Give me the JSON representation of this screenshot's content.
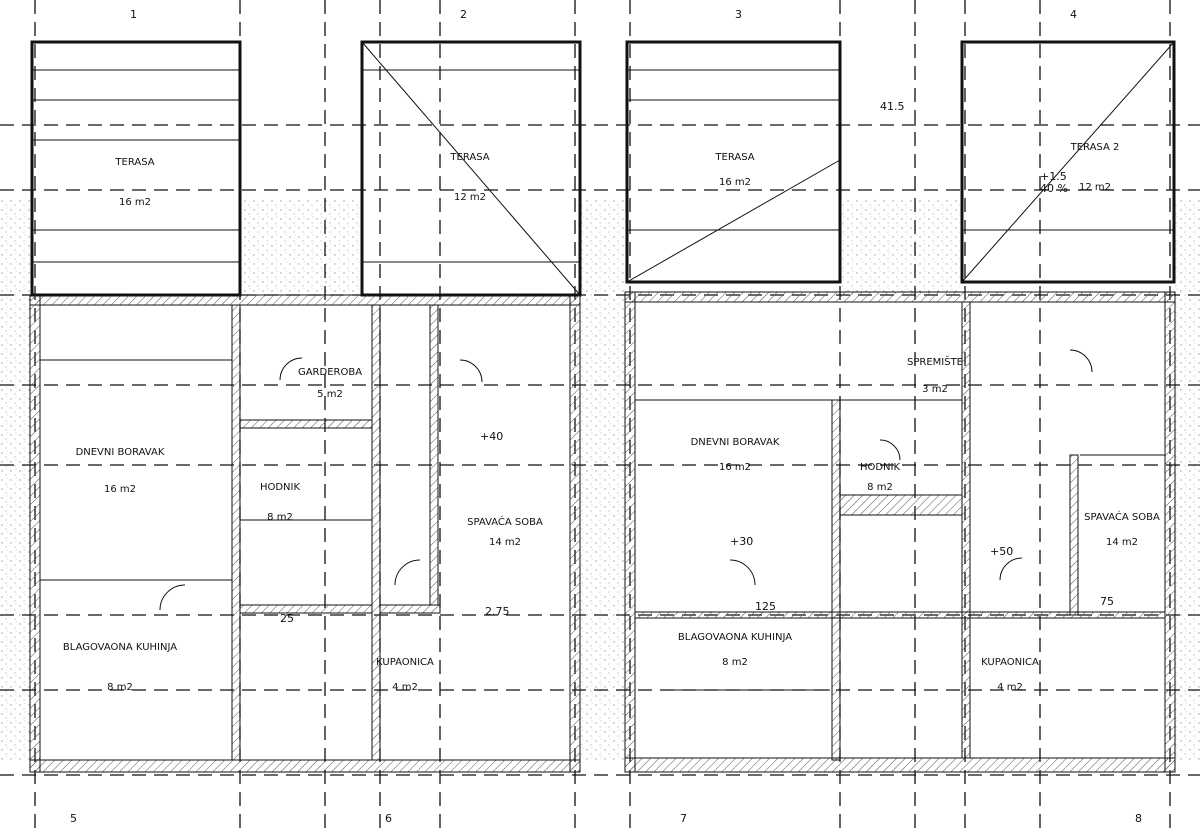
{
  "plan": {
    "left_unit": {
      "rooms": [
        {
          "name": "TERASA",
          "area": "16 m2"
        },
        {
          "name": "TERASA",
          "area": "12 m2"
        },
        {
          "name": "GARDEROBA",
          "area": "5 m2"
        },
        {
          "name": "DNEVNI BORAVAK",
          "area": "16 m2"
        },
        {
          "name": "HODNIK",
          "area": "8 m2"
        },
        {
          "name": "SPAVAĆA SOBA",
          "area": "14 m2"
        },
        {
          "name": "BLAGOVAONA KUHINJA",
          "area": "8 m2"
        },
        {
          "name": "KUPAONICA",
          "area": "4 m2"
        }
      ]
    },
    "right_unit": {
      "rooms": [
        {
          "name": "TERASA",
          "area": "16 m2"
        },
        {
          "name": "TERASA 2",
          "area": "12 m2"
        },
        {
          "name": "SPREMIŠTE",
          "area": "3 m2"
        },
        {
          "name": "DNEVNI BORAVAK",
          "area": "16 m2"
        },
        {
          "name": "HODNIK",
          "area": "8 m2"
        },
        {
          "name": "SPAVAĆA SOBA",
          "area": "14 m2"
        },
        {
          "name": "BLAGOVAONA KUHINJA",
          "area": "8 m2"
        },
        {
          "name": "KUPAONICA",
          "area": "4 m2"
        }
      ]
    },
    "axis_labels": [
      "1",
      "2",
      "3",
      "4",
      "5",
      "6",
      "7",
      "8"
    ],
    "dimensions": [
      "25",
      "125",
      "75",
      "2.75",
      "+30",
      "+40",
      "+50",
      "41.5",
      "+1.5",
      "40 %"
    ]
  }
}
